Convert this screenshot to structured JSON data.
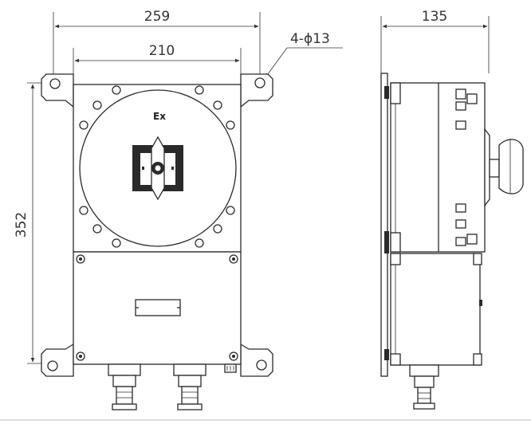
{
  "dimensions": {
    "overall_width": "259",
    "box_width": "210",
    "height": "352",
    "depth": "135",
    "mounting_holes": "4-ϕ13"
  },
  "marking": "Ex",
  "colors": {
    "line": "#2a2a2a",
    "background": "#ffffff"
  }
}
